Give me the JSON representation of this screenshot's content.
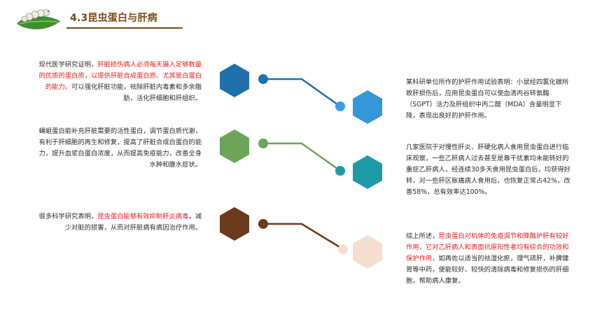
{
  "header": {
    "title": "4.3昆虫蛋白与肝病",
    "logo_icon": "silkworm-on-leaf-icon"
  },
  "colors": {
    "title": "#7a4a1a",
    "highlight": "#e21f1f",
    "blue_dark": "#1f70ad",
    "blue_light": "#3596d8",
    "green": "#6ea35a",
    "teal": "#1e9aa6",
    "brown": "#6b3a1d",
    "peach": "#f5ded0"
  },
  "left": [
    {
      "segments": [
        {
          "text": "现代医学研究证明，",
          "hl": false
        },
        {
          "text": "肝脏损伤病人必须每天摄入足够数量的优质的蛋白质，以提供肝脏合成蛋白质、尤其是白蛋白的能力。",
          "hl": true
        },
        {
          "text": "可以强化肝脏功能，祛除肝脏内毒素和多余脂肪，活化肝细胞和肝组织。",
          "hl": false
        }
      ]
    },
    {
      "segments": [
        {
          "text": "蝇蛆蛋白能补充肝脏需要的活性蛋白，调节蛋白质代谢，有利于肝细胞的再生和修复，提高了肝脏合成白蛋白的能力，提升血浆白蛋白浓度，从而提高免疫能力，改善全身水肿和腹水症状。",
          "hl": false
        }
      ]
    },
    {
      "segments": [
        {
          "text": "很多科学研究表明，",
          "hl": false
        },
        {
          "text": "昆虫蛋白能够有效抑制肝炎病毒",
          "hl": true
        },
        {
          "text": "，减少对脏的损害，从而对肝脏病有病因治疗作用。",
          "hl": false
        }
      ]
    }
  ],
  "right": [
    {
      "segments": [
        {
          "text": "某科研单位所作的护肝作用试验表明：小鼠经四氯化碳所致肝损伤后，应用昆虫蛋白可以使血清丙谷转氨酶（SGPT）活力及肝组织中丙二醛（MDA）含量明显下降，表现出良好的护肝作用。",
          "hl": false
        }
      ]
    },
    {
      "segments": [
        {
          "text": "几家医院于对慢性肝炎、肝硬化病人食用昆虫蛋白进行临床观察，一些乙肝病人过去甚至是靠干扰素均未能转好的重症乙肝病人，经连续30多天食用昆虫蛋白后，均获得好转，对一些肝区胀痛病人食用后，也恢复正常占42%，改善58%，总有效率达100%。",
          "hl": false
        }
      ]
    },
    {
      "segments": [
        {
          "text": "综上所述，",
          "hl": false
        },
        {
          "text": "昆虫蛋白对机体的免疫调节和降酶护肝有较好作用，它对乙肝病人和表面抗原阳性者均有综合的功效和保护作用，",
          "hl": true
        },
        {
          "text": "如再佐以适当的祛湿化瘀，理气疏肝，补脾健胃等中药，使能较好、较快的清除病毒和修复损伤的肝细胞，帮助病人康复。",
          "hl": false
        }
      ]
    }
  ]
}
